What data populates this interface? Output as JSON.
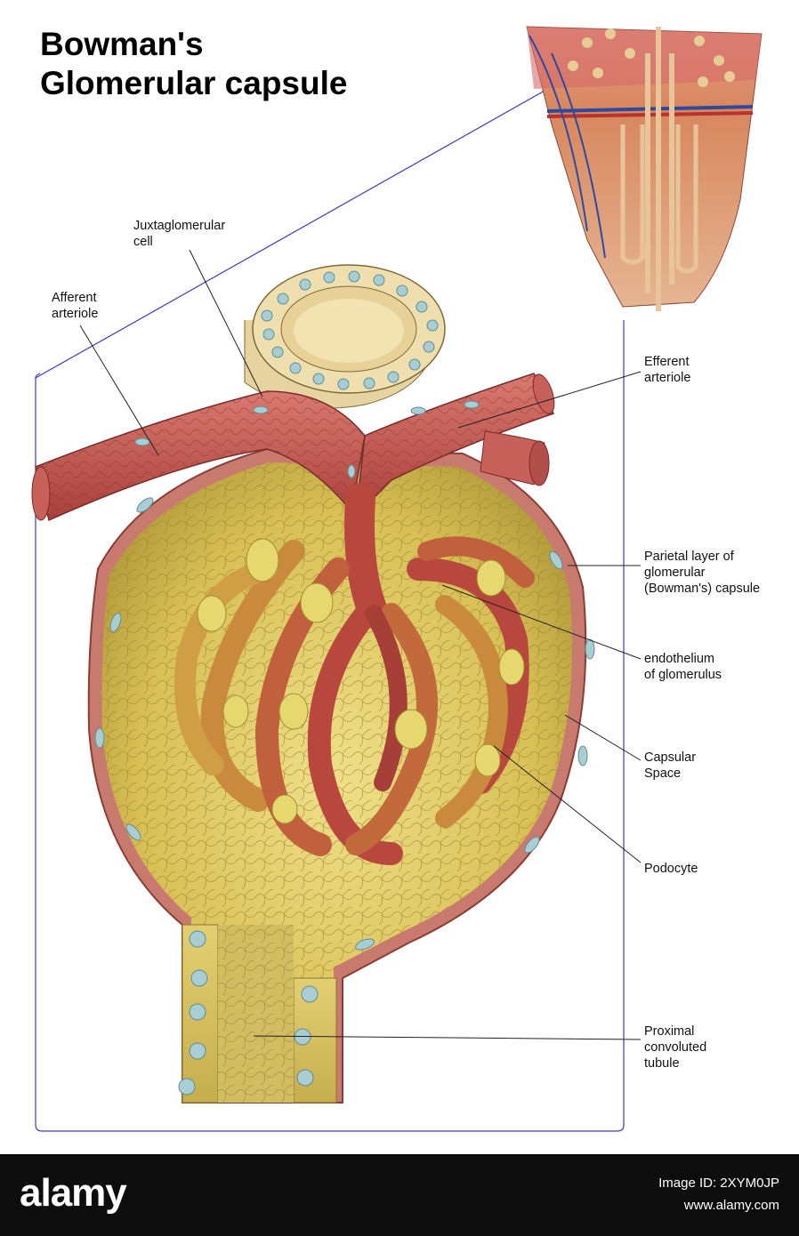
{
  "title_lines": [
    "Bowman's",
    "Glomerular capsule"
  ],
  "labels": {
    "juxtaglomerular": "Juxtaglomerular\ncell",
    "afferent": "Afferent\narteriole",
    "efferent": "Efferent\narteriole",
    "parietal": "Parietal layer of\nglomerular\n(Bowman's) capsule",
    "endothelium": "endothelium\nof glomerulus",
    "capsular": "Capsular\nSpace",
    "podocyte": "Podocyte",
    "proximal": "Proximal\nconvoluted\ntubule"
  },
  "footer": {
    "logo": "alamy",
    "image_id": "Image ID: 2XYM0JP",
    "url": "www.alamy.com"
  },
  "colors": {
    "frame_line": "#3a3ac8",
    "capsule_yellow": "#d9c25a",
    "capillary_red": "#b84a3c",
    "arteriole_red": "#c75a55",
    "nucleus_blue": "#9ec4cc",
    "footer_bg": "#0d0d0d"
  }
}
